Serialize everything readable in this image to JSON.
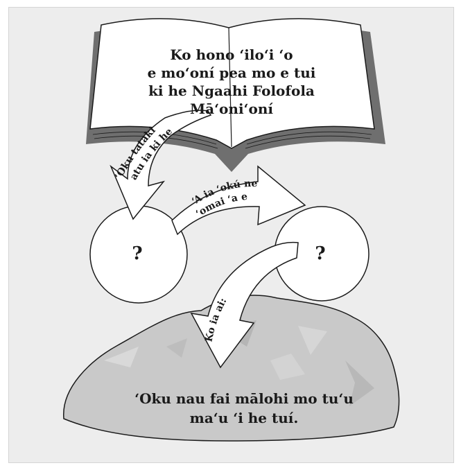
{
  "book": {
    "lines": [
      "Ko hono ʻiloʻi ʻo",
      "e moʻoní pea mo e tui",
      "ki he Ngaahi Folofola",
      "Māʻoniʻoní"
    ]
  },
  "arrow_left": {
    "line1": "ʻOku tataki",
    "line2": "atu ia ki he"
  },
  "arrow_middle": {
    "line1": "ʻA ia ʻokú ne",
    "line2": "ʻomai ʻa e"
  },
  "arrow_lower": {
    "line1": "Ko ia ai:"
  },
  "circle_left": {
    "mark": "?"
  },
  "circle_right": {
    "mark": "?"
  },
  "rock": {
    "lines": [
      "ʻOku nau fai mālohi mo tuʻu",
      "maʻu ʻi he tuí."
    ]
  },
  "colors": {
    "panel": "#ededed",
    "book_shadow": "#6f6f6f",
    "rock_fill": "#c9c9c9",
    "outline": "#1a1a1a",
    "paper": "#ffffff"
  }
}
